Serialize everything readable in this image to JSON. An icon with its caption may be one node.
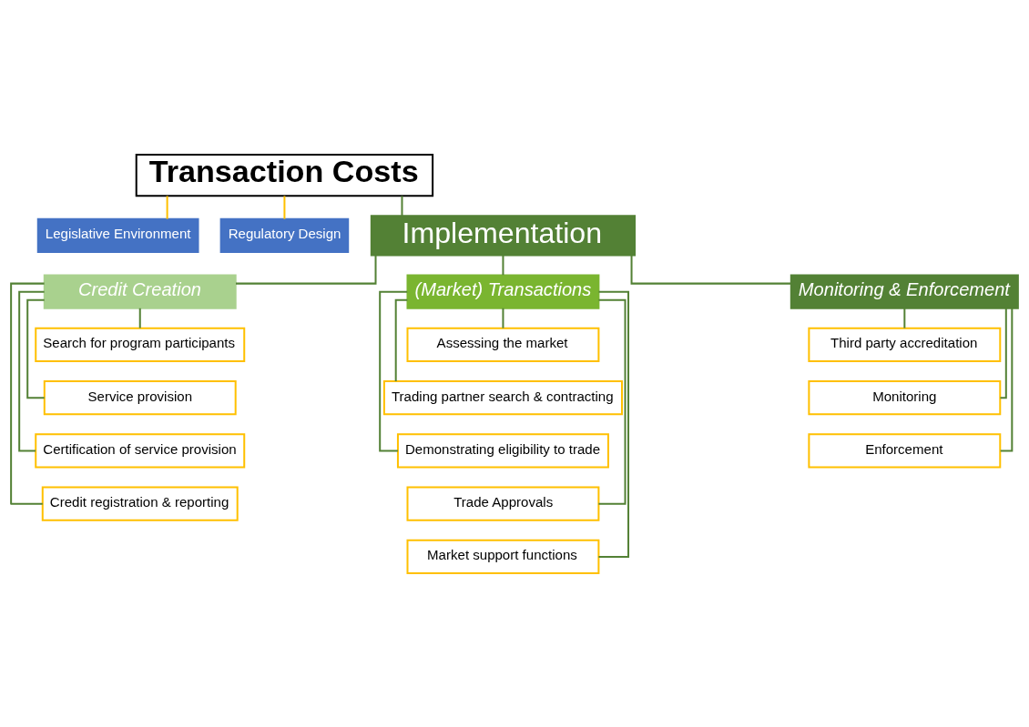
{
  "diagram": {
    "nodes": [
      {
        "text": [
          "Transaction Costs"
        ]
      },
      {
        "text": [
          "Legislative Environment"
        ]
      },
      {
        "text": [
          "Regulatory Design"
        ]
      },
      {
        "text": [
          "Implementation"
        ]
      },
      {
        "text": [
          "Credit Creation"
        ]
      },
      {
        "text": [
          "(Market) Transactions"
        ]
      },
      {
        "text": [
          "Monitoring & Enforcement"
        ]
      },
      {
        "text": [
          "Search for program participants"
        ]
      },
      {
        "text": [
          "Service provision"
        ]
      },
      {
        "text": [
          "Certification of service provision"
        ]
      },
      {
        "text": [
          "Credit registration & reporting"
        ]
      },
      {
        "text": [
          "Assessing the market"
        ]
      },
      {
        "text": [
          "Trading partner search & contracting"
        ]
      },
      {
        "text": [
          "Demonstrating eligibility to trade"
        ]
      },
      {
        "text": [
          "Trade Approvals"
        ]
      },
      {
        "text": [
          "Market support functions"
        ]
      },
      {
        "text": [
          "Third party accreditation"
        ]
      },
      {
        "text": [
          "Monitoring"
        ]
      },
      {
        "text": [
          "Enforcement"
        ]
      }
    ],
    "edges": [
      {
        "from": 0,
        "to": 1,
        "arrow": "none",
        "color": "#ffc000"
      },
      {
        "from": 0,
        "to": 2,
        "arrow": "none",
        "color": "#ffc000"
      },
      {
        "from": 0,
        "to": 3,
        "arrow": "none"
      },
      {
        "from": 3,
        "to": 4,
        "arrow": "none"
      },
      {
        "from": 3,
        "to": 5,
        "arrow": "none"
      },
      {
        "from": 3,
        "to": 6,
        "arrow": "none"
      },
      {
        "from": 4,
        "to": 7,
        "arrow": "none"
      },
      {
        "from": 4,
        "to": 8,
        "arrow": "none"
      },
      {
        "from": 4,
        "to": 9,
        "arrow": "none"
      },
      {
        "from": 4,
        "to": 10,
        "arrow": "none"
      },
      {
        "from": 5,
        "to": 11,
        "arrow": "none"
      },
      {
        "from": 5,
        "to": 12,
        "arrow": "none"
      },
      {
        "from": 5,
        "to": 13,
        "arrow": "none"
      },
      {
        "from": 5,
        "to": 14,
        "arrow": "none"
      },
      {
        "from": 5,
        "to": 15,
        "arrow": "none"
      },
      {
        "from": 6,
        "to": 16,
        "arrow": "none"
      },
      {
        "from": 6,
        "to": 17,
        "arrow": "none"
      },
      {
        "from": 6,
        "to": 18,
        "arrow": "none"
      }
    ]
  }
}
